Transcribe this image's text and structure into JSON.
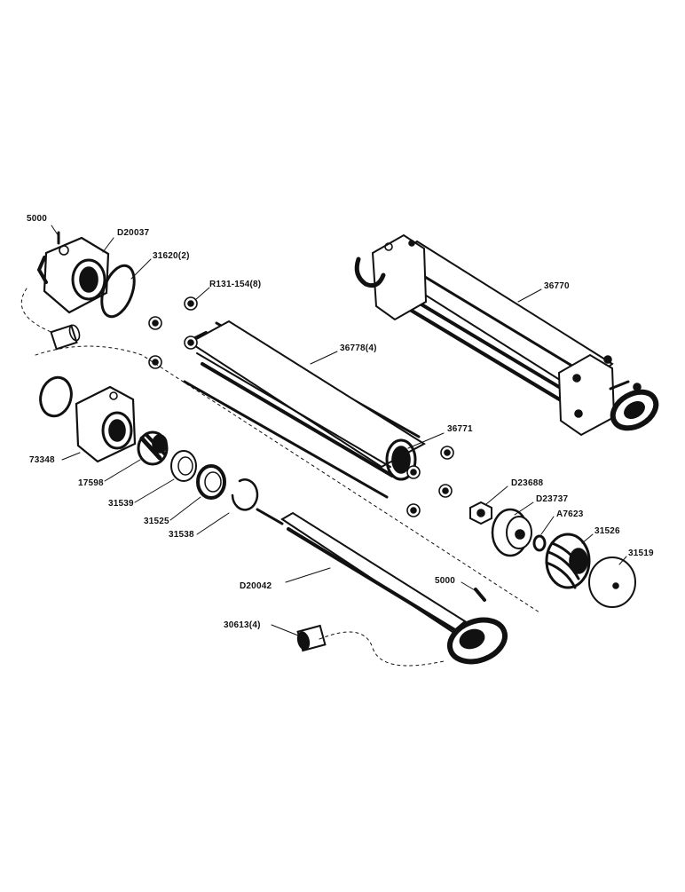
{
  "parts": [
    {
      "id": "p5000a",
      "label": "5000"
    },
    {
      "id": "pD20037",
      "label": "D20037"
    },
    {
      "id": "p31620",
      "label": "31620(2)"
    },
    {
      "id": "pR131",
      "label": "R131-154(8)"
    },
    {
      "id": "p36770",
      "label": "36770"
    },
    {
      "id": "p36778",
      "label": "36778(4)"
    },
    {
      "id": "p36771",
      "label": "36771"
    },
    {
      "id": "p73348",
      "label": "73348"
    },
    {
      "id": "p17598",
      "label": "17598"
    },
    {
      "id": "p31539",
      "label": "31539"
    },
    {
      "id": "p31525",
      "label": "31525"
    },
    {
      "id": "p31538",
      "label": "31538"
    },
    {
      "id": "pD23688",
      "label": "D23688"
    },
    {
      "id": "pD23737",
      "label": "D23737"
    },
    {
      "id": "pA7623",
      "label": "A7623"
    },
    {
      "id": "p31526",
      "label": "31526"
    },
    {
      "id": "p31519",
      "label": "31519"
    },
    {
      "id": "pD20042",
      "label": "D20042"
    },
    {
      "id": "p5000b",
      "label": "5000"
    },
    {
      "id": "p30613",
      "label": "30613(4)"
    }
  ],
  "colors": {
    "ink": "#111111",
    "paper": "#ffffff"
  }
}
